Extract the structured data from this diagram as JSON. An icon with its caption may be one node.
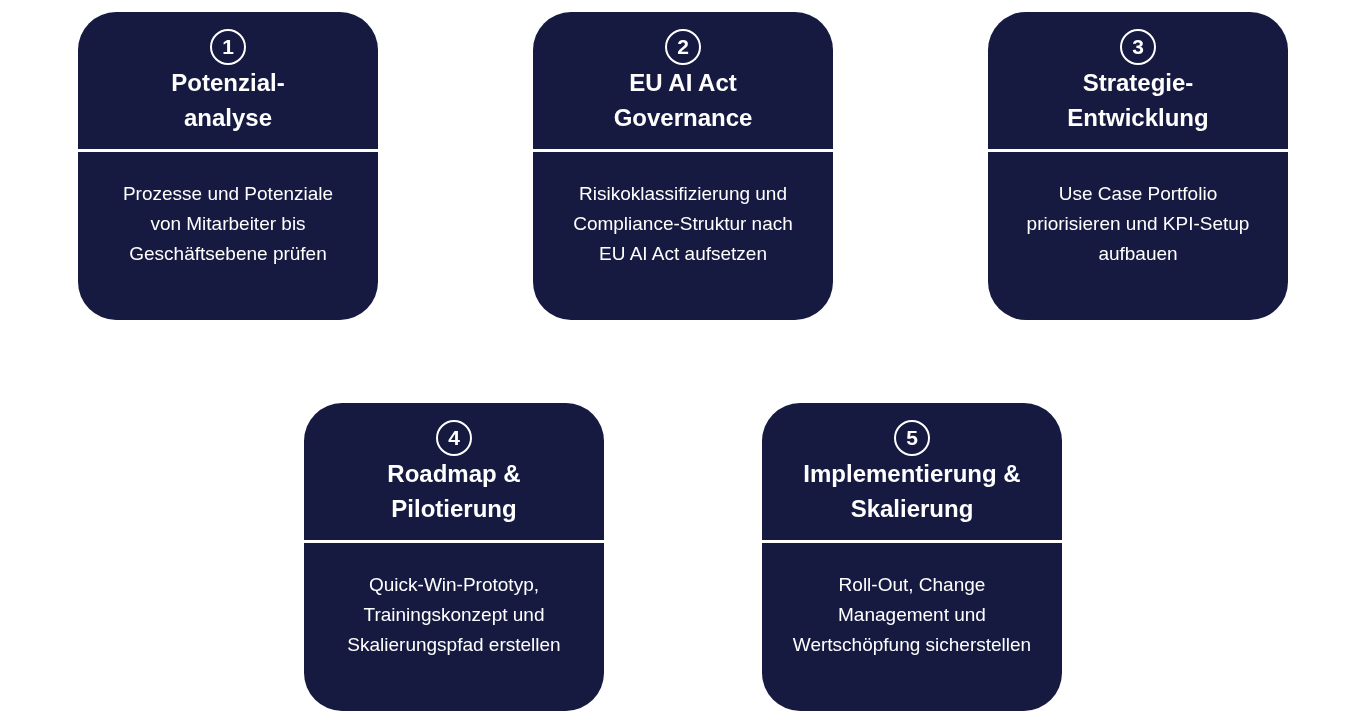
{
  "diagram": {
    "nodes": [
      {
        "text": [
          "Potenzial- analyse",
          "Prozesse und Potenziale von Mitarbeiter bis Geschäftsebene prüfen"
        ]
      },
      {
        "text": [
          "1"
        ],
        "in": 0
      },
      {
        "text": [
          "EU AI Act Governance",
          "Risikoklassifizierung und Compliance-Struktur nach EU AI Act aufsetzen"
        ]
      },
      {
        "text": [
          "2"
        ],
        "in": 2
      },
      {
        "text": [
          "Strategie- Entwicklung",
          "Use Case Portfolio priorisieren und KPI-Setup aufbauen"
        ]
      },
      {
        "text": [
          "3"
        ],
        "in": 4
      },
      {
        "text": [
          "Roadmap & Pilotierung",
          "Quick-Win-Prototyp, Trainingskonzept und Skalierungspfad erstellen"
        ]
      },
      {
        "text": [
          "4"
        ],
        "in": 6
      },
      {
        "text": [
          "Implementierung & Skalierung",
          "Roll-Out, Change Management und Wertschöpfung sicherstellen"
        ]
      },
      {
        "text": [
          "5"
        ],
        "in": 8
      }
    ]
  }
}
